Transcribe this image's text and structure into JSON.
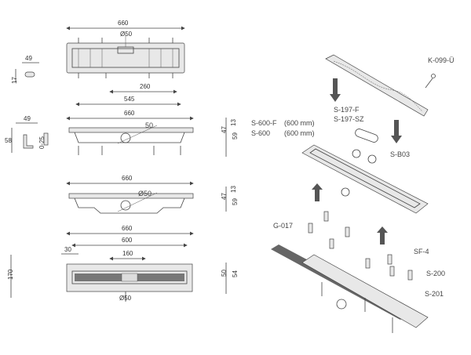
{
  "top_view": {
    "width": "660",
    "outlet": "Ø50",
    "clip_width": "49",
    "clip_height": "17"
  },
  "side_view_1": {
    "dim_260": "260",
    "dim_545": "545",
    "width": "660",
    "outlet": "50",
    "foot_width": "49",
    "foot_height": "58",
    "adjust": "0-25",
    "h47": "47",
    "h59": "59",
    "h13": "13"
  },
  "side_view_2": {
    "width": "660",
    "outlet": "Ø50",
    "h47": "47",
    "h59": "59",
    "h13": "13"
  },
  "plan_view": {
    "width": "660",
    "dim_30": "30",
    "dim_600": "600",
    "dim_160": "160",
    "height": "170",
    "h50": "50",
    "h54": "54",
    "outlet": "Ø50"
  },
  "parts": {
    "k099": "K-099-Ü",
    "s197f": "S-197-F",
    "s197sz": "S-197-SZ",
    "s600f": "S-600-F",
    "s600f_size": "(600 mm)",
    "s600": "S-600",
    "s600_size": "(600 mm)",
    "sb03": "S-B03",
    "g017": "G-017",
    "sf4": "SF-4",
    "s200": "S-200",
    "s201": "S-201"
  }
}
